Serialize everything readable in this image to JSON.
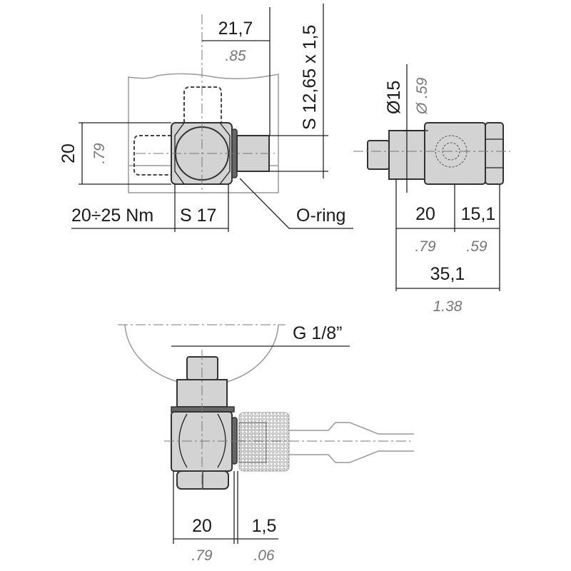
{
  "side_view": {
    "dim_top": "21,7",
    "dim_top_inch": ".85",
    "thread": "S 12,65 x 1,5",
    "dim_height": "20",
    "dim_height_inch": ".79",
    "torque": "20÷25 Nm",
    "wrench": "S 17",
    "oring_label": "O-ring"
  },
  "end_view": {
    "diameter": "Ø15",
    "diameter_inch": "Ø .59",
    "dim_a": "20",
    "dim_b": "15,1",
    "dim_a_inch": ".79",
    "dim_b_inch": ".59",
    "total": "35,1",
    "total_inch": "1.38"
  },
  "bottom_view": {
    "thread": "G 1/8”",
    "dim_a": "20",
    "dim_b": "1,5",
    "dim_a_inch": ".79",
    "dim_b_inch": ".06"
  },
  "colors": {
    "body": "#d3d3d3",
    "lines": "#222222",
    "imperial_text": "#777777"
  }
}
